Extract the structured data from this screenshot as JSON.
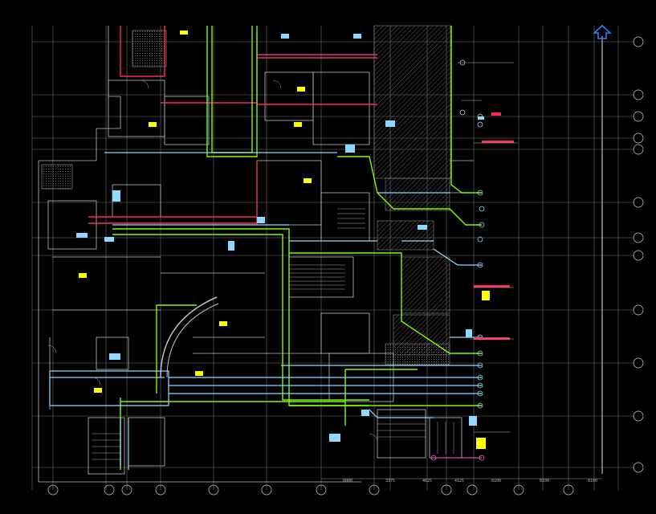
{
  "viewport": {
    "background": "#000000",
    "colors": {
      "grid": "#8a8a8a",
      "wall": "#c8c8c8",
      "pipe_green": "#7CFC00",
      "pipe_cyan": "#8fd8ff",
      "pipe_red": "#ff2a55",
      "pipe_magenta": "#ff66cc",
      "text_yellow": "#ffff00",
      "hatch": "#777777"
    },
    "nav_icon": "home-arrow-icon"
  },
  "dimensions": {
    "bottom": [
      "8000",
      "3375",
      "4625",
      "4125",
      "8100",
      "8100",
      "8100"
    ]
  }
}
